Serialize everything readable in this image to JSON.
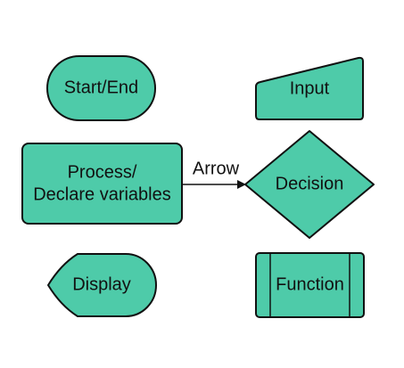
{
  "colors": {
    "shape_fill": "#4ECBA9",
    "shape_stroke": "#111111"
  },
  "shapes": {
    "start_end": "Start/End",
    "input": "Input",
    "process_line1": "Process/",
    "process_line2": "Declare variables",
    "decision": "Decision",
    "display": "Display",
    "function": "Function"
  },
  "connector": {
    "label": "Arrow"
  }
}
